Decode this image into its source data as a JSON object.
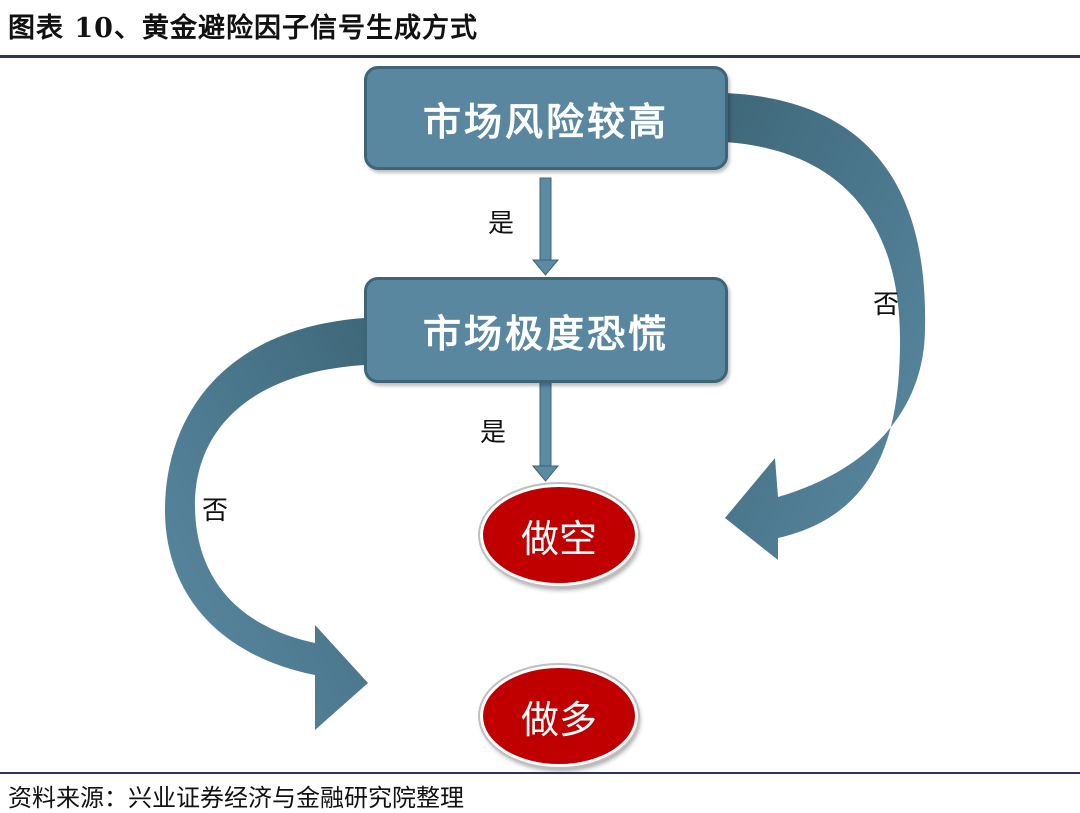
{
  "header": {
    "title": "图表 10、黄金避险因子信号生成方式"
  },
  "diagram": {
    "nodes": {
      "risk_high": "市场风险较高",
      "extreme_panic": "市场极度恐慌",
      "short": "做空",
      "long": "做多"
    },
    "edges": {
      "yes_1": "是",
      "yes_2": "是",
      "no_right": "否",
      "no_left": "否"
    }
  },
  "colors": {
    "box_fill": "#5a87a0",
    "box_border": "#3e6477",
    "oval_fill": "#c00000",
    "arrow_light": "#5b8aa3",
    "arrow_dark": "#3f6779",
    "rule": "#27365a"
  },
  "footer": {
    "source": "资料来源：兴业证券经济与金融研究院整理"
  }
}
